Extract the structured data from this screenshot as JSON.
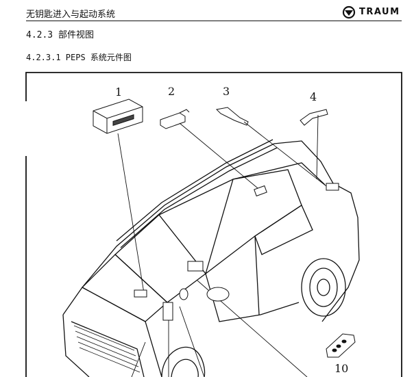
{
  "header": {
    "title": "无钥匙进入与起动系统",
    "brand": "TRAUM",
    "logo_icon": "traum-logo-icon"
  },
  "section": {
    "heading": "4.2.3 部件视图",
    "subheading": "4.2.3.1 PEPS 系统元件图"
  },
  "diagram": {
    "callouts": [
      "1",
      "2",
      "3",
      "4",
      "10"
    ]
  }
}
